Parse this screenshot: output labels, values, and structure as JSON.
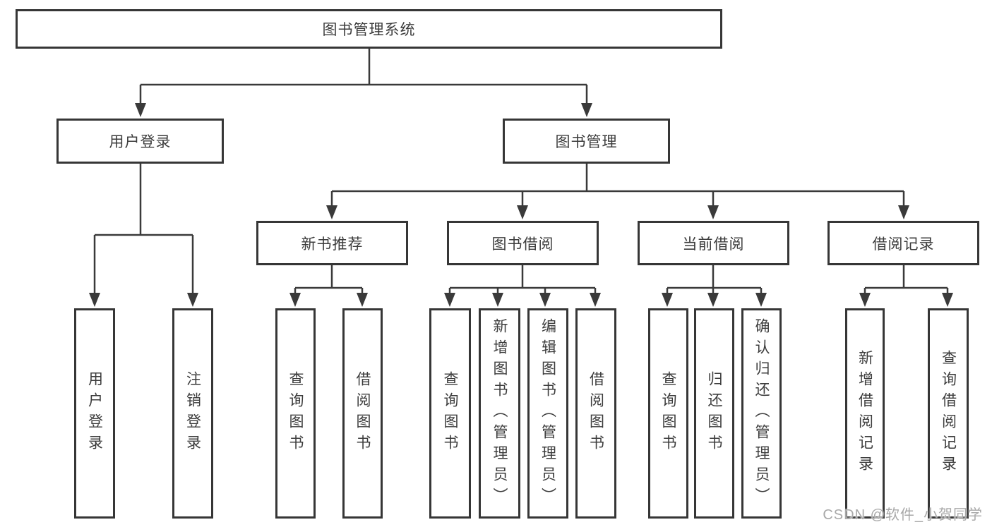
{
  "tree": {
    "root": {
      "label": "图书管理系统"
    },
    "branches": [
      {
        "label": "用户登录",
        "children": [
          {
            "label": "用户登录"
          },
          {
            "label": "注销登录"
          }
        ]
      },
      {
        "label": "图书管理",
        "children": [
          {
            "label": "新书推荐",
            "children": [
              {
                "label": "查询图书"
              },
              {
                "label": "借阅图书"
              }
            ]
          },
          {
            "label": "图书借阅",
            "children": [
              {
                "label": "查询图书"
              },
              {
                "label": "新增图书（管理员）"
              },
              {
                "label": "编辑图书（管理员）"
              },
              {
                "label": "借阅图书"
              }
            ]
          },
          {
            "label": "当前借阅",
            "children": [
              {
                "label": "查询图书"
              },
              {
                "label": "归还图书"
              },
              {
                "label": "确认归还（管理员）"
              }
            ]
          },
          {
            "label": "借阅记录",
            "children": [
              {
                "label": "新增借阅记录"
              },
              {
                "label": "查询借阅记录"
              }
            ]
          }
        ]
      }
    ]
  },
  "colors": {
    "line": "#3a3a3a",
    "border": "#363636",
    "text": "#3c3c3c",
    "watermark": "#a8a8a8"
  },
  "watermark": "CSDN @软件_小贺同学"
}
